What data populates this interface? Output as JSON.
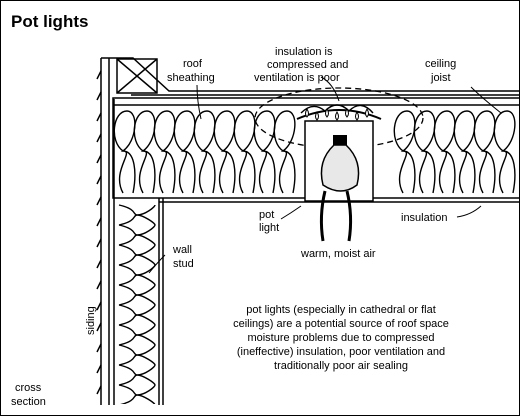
{
  "title": "Pot lights",
  "labels": {
    "roof_sheathing": [
      "roof",
      "sheathing"
    ],
    "insulation_problem": [
      "insulation is",
      "compressed and",
      "ventilation is poor"
    ],
    "ceiling_joist": [
      "ceiling",
      "joist"
    ],
    "pot_light": [
      "pot",
      "light"
    ],
    "insulation": "insulation",
    "warm_air": "warm, moist air",
    "wall_stud": [
      "wall",
      "stud"
    ],
    "siding": "siding",
    "cross_section": [
      "cross",
      "section"
    ]
  },
  "description": [
    "pot lights (especially in cathedral or flat",
    "ceilings) are a potential source of roof space",
    "moisture problems due to compressed",
    "(ineffective) insulation, poor ventilation and",
    "traditionally poor air sealing"
  ],
  "colors": {
    "ink": "#000000",
    "paper": "#ffffff",
    "bulb": "#e8e8e8"
  }
}
